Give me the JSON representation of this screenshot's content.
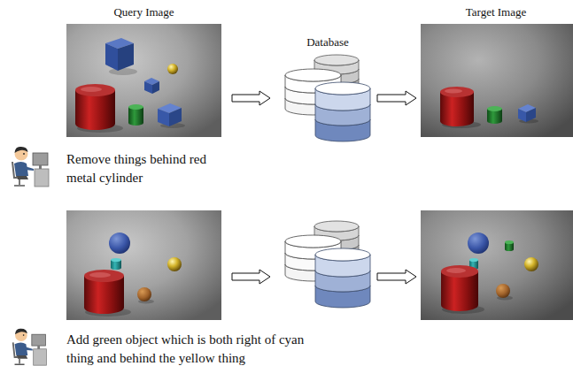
{
  "diagram": {
    "nodes": [
      {
        "text": [
          "Query Image",
          "Remove things behind red metal cylinder"
        ]
      },
      {
        "text": [
          "Database"
        ]
      },
      {
        "text": [
          "Target Image"
        ]
      },
      {
        "text": [
          "Add green object which is both right of cyan thing and behind the yellow thing"
        ]
      }
    ],
    "edges": [
      {
        "from": 0,
        "to": 1,
        "arrow": "to"
      },
      {
        "from": 1,
        "to": 2,
        "arrow": "to"
      }
    ]
  }
}
